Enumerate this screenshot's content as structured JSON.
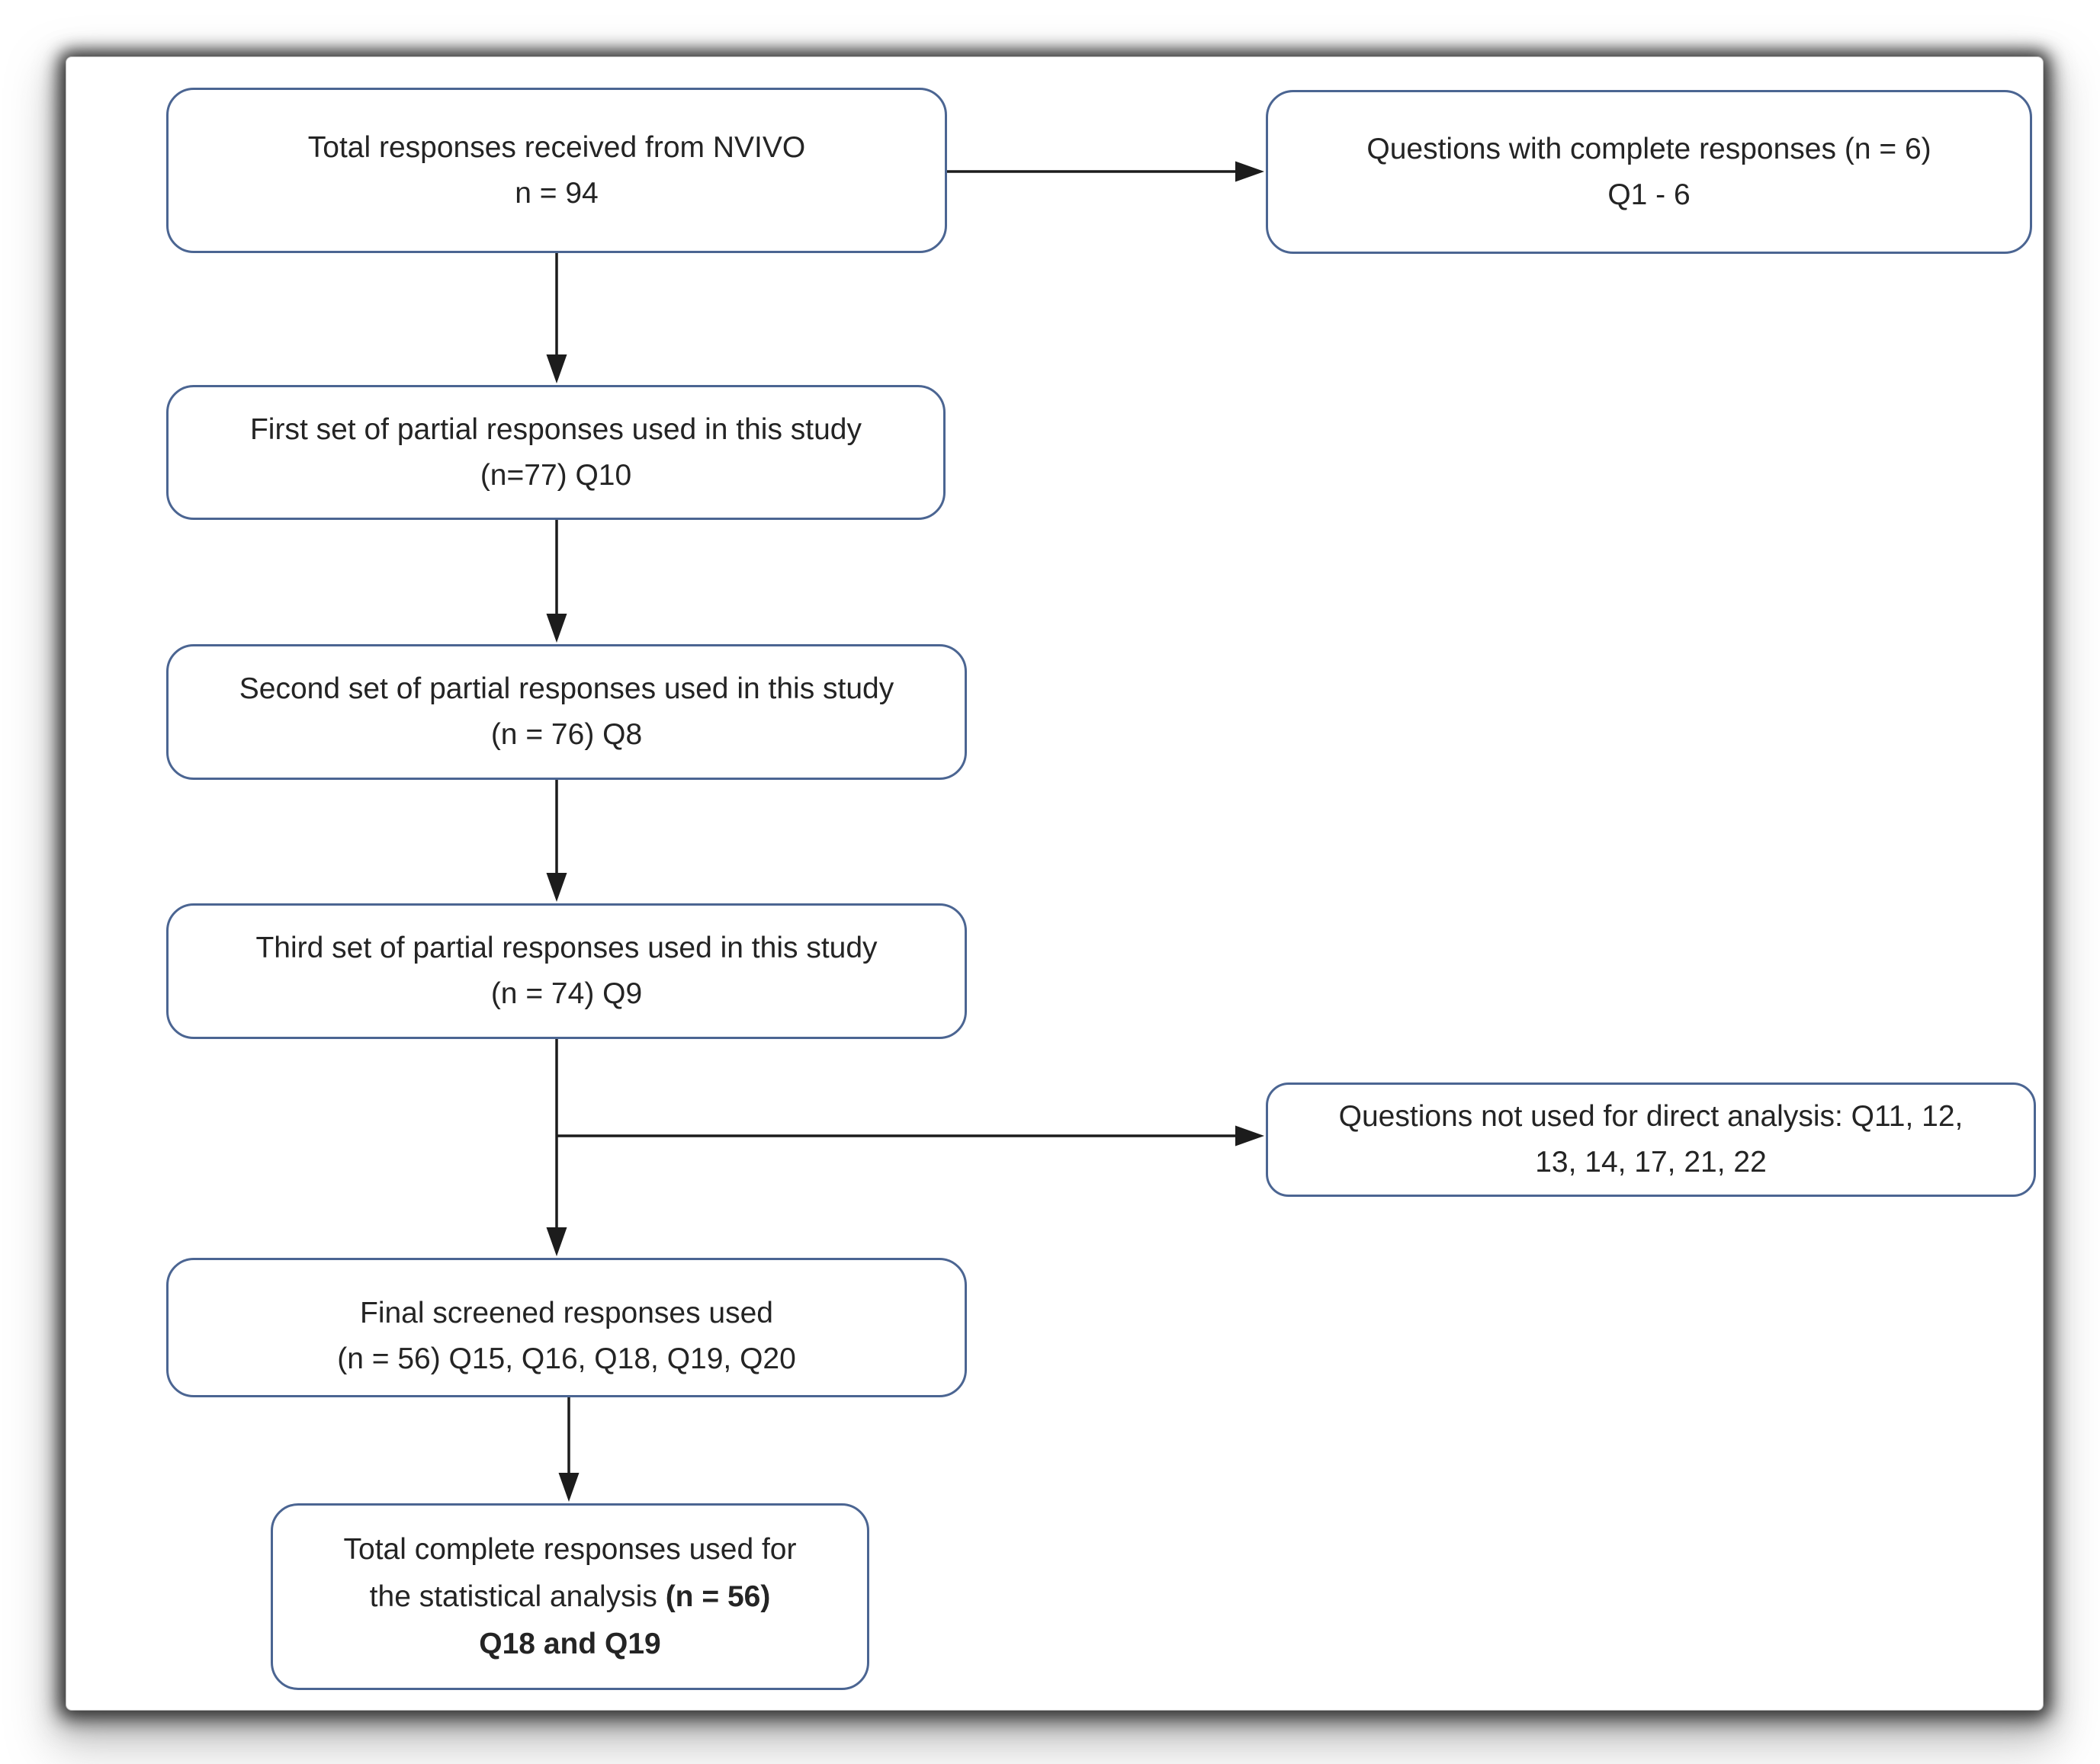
{
  "diagram": {
    "type": "flowchart",
    "accent_border_color": "#4b6592",
    "arrow_color": "#1c1c1c",
    "nodes": {
      "total_responses": {
        "line1": "Total responses received from NVIVO",
        "line2": "n = 94"
      },
      "complete_questions": {
        "line1": "Questions with complete responses (n = 6)",
        "line2": "Q1 - 6"
      },
      "first_partial": {
        "line1": "First set of partial responses used in this study",
        "line2": "(n=77) Q10"
      },
      "second_partial": {
        "line1": "Second set of partial responses used in this study",
        "line2": "(n = 76) Q8"
      },
      "third_partial": {
        "line1": "Third set of partial responses used in this study",
        "line2": "(n = 74) Q9"
      },
      "not_used": {
        "line1": "Questions not used for direct analysis: Q11, 12,",
        "line2": "13, 14, 17, 21, 22"
      },
      "final_screened": {
        "line1": "Final screened responses used",
        "line2": "(n = 56) Q15, Q16, Q18, Q19, Q20"
      },
      "total_complete": {
        "line1": "Total complete responses used for",
        "line2_normal": "the statistical analysis ",
        "line2_bold": "(n = 56)",
        "line3_bold": "Q18 and Q19"
      }
    }
  }
}
